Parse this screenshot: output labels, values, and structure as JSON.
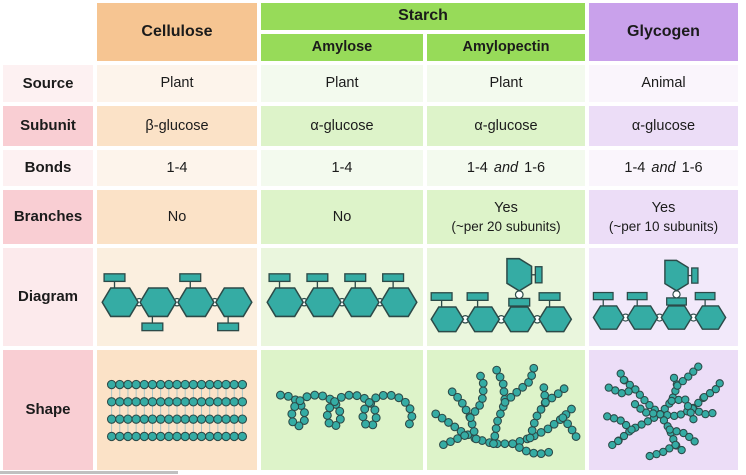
{
  "header": {
    "cellulose": "Cellulose",
    "starch": "Starch",
    "amylose": "Amylose",
    "amylopectin": "Amylopectin",
    "glycogen": "Glycogen"
  },
  "rows": {
    "source": "Source",
    "subunit": "Subunit",
    "bonds": "Bonds",
    "branches": "Branches",
    "diagram": "Diagram",
    "shape": "Shape"
  },
  "cols": {
    "cellulose": {
      "source": "Plant",
      "subunit": "β-glucose",
      "bonds": "1-4",
      "branches": "No"
    },
    "amylose": {
      "source": "Plant",
      "subunit": "α-glucose",
      "bonds": "1-4",
      "branches": "No"
    },
    "amylopectin": {
      "source": "Plant",
      "subunit": "α-glucose",
      "bonds_parts": [
        "1-4",
        "and",
        "1-6"
      ],
      "branches": "Yes",
      "branches_note": "(~per 20 subunits)"
    },
    "glycogen": {
      "source": "Animal",
      "subunit": "α-glucose",
      "bonds_parts": [
        "1-4",
        "and",
        "1-6"
      ],
      "branches": "Yes",
      "branches_note": "(~per 10 subunits)"
    }
  },
  "icons": {
    "cellulose_diagram": "beta-glucose-chain-diagram",
    "amylose_diagram": "alpha-glucose-chain-diagram",
    "amylopectin_diagram": "alpha-glucose-branched-chain-diagram",
    "glycogen_diagram": "alpha-glucose-branched-chain-diagram",
    "cellulose_shape": "straight-parallel-chains-shape",
    "amylose_shape": "helix-coil-shape",
    "amylopectin_shape": "branched-chains-shape",
    "glycogen_shape": "densely-branched-chains-shape"
  },
  "colors": {
    "cellulose_header": "#f6c592",
    "starch_header": "#97db59",
    "glycogen_header": "#c9a1eb",
    "label_row_light": "#fdf1f2",
    "label_row_dark": "#f9ced3",
    "label_row_mid": "#fceaec",
    "cellulose_light": "#fdf4eb",
    "cellulose_dark": "#fbe2c7",
    "cellulose_mid": "#fbefdf",
    "starch_light": "#f3faee",
    "starch_dark": "#ddf3c9",
    "starch_mid": "#eaf6dd",
    "glycogen_light": "#faf5fc",
    "glycogen_dark": "#ecddf7",
    "glycogen_mid": "#f2e9fa",
    "molecule_fill": "#35aca4",
    "molecule_outline": "#2c4a48",
    "hydrogen_bond_line": "#a9c6c6"
  }
}
